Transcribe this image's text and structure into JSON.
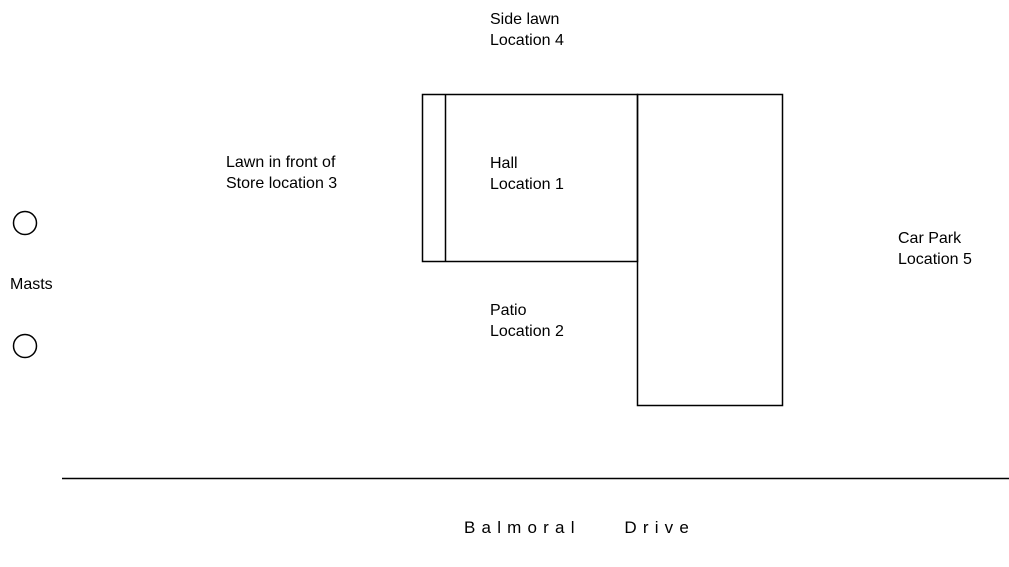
{
  "labels": {
    "side_lawn": [
      "Side lawn",
      "Location 4"
    ],
    "lawn_store": [
      "Lawn in front of",
      "Store location 3"
    ],
    "hall": [
      "Hall",
      "Location 1"
    ],
    "patio": [
      "Patio",
      "Location 2"
    ],
    "car_park": [
      "Car Park",
      "Location 5"
    ],
    "masts": "Masts",
    "road": "Balmoral    Drive"
  },
  "colors": {
    "stroke": "#000000",
    "background": "#ffffff"
  }
}
